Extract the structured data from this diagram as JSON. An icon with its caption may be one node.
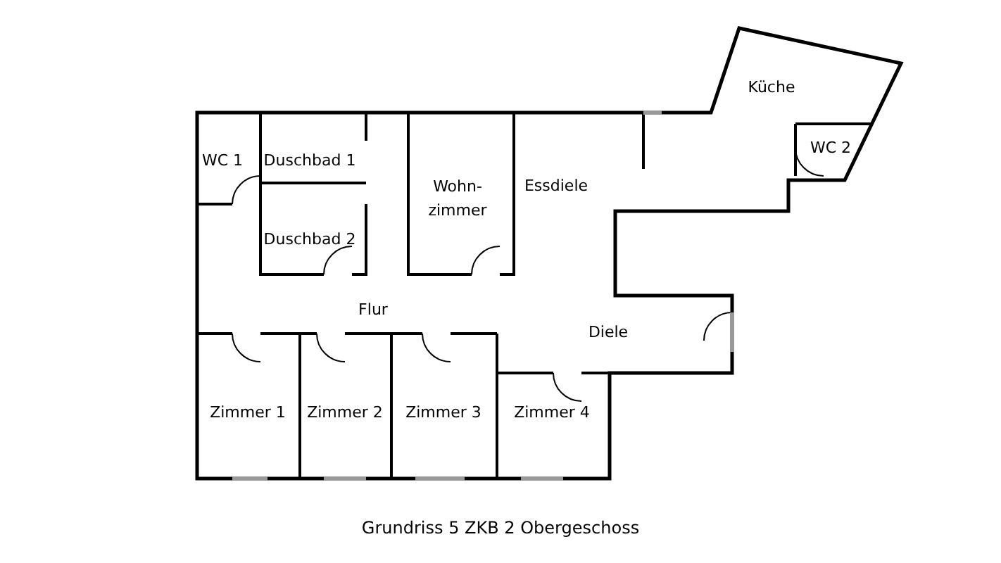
{
  "diagram": {
    "caption": "Grundriss 5 ZKB 2 Obergeschoss",
    "labels": [
      "Küche",
      "WC 1",
      "Duschbad 1",
      "WC 2",
      "Wohn- zimmer",
      "Essdiele",
      "Duschbad 2",
      "Flur",
      "Diele",
      "Zimmer 1",
      "Zimmer 2",
      "Zimmer 3",
      "Zimmer 4"
    ]
  }
}
